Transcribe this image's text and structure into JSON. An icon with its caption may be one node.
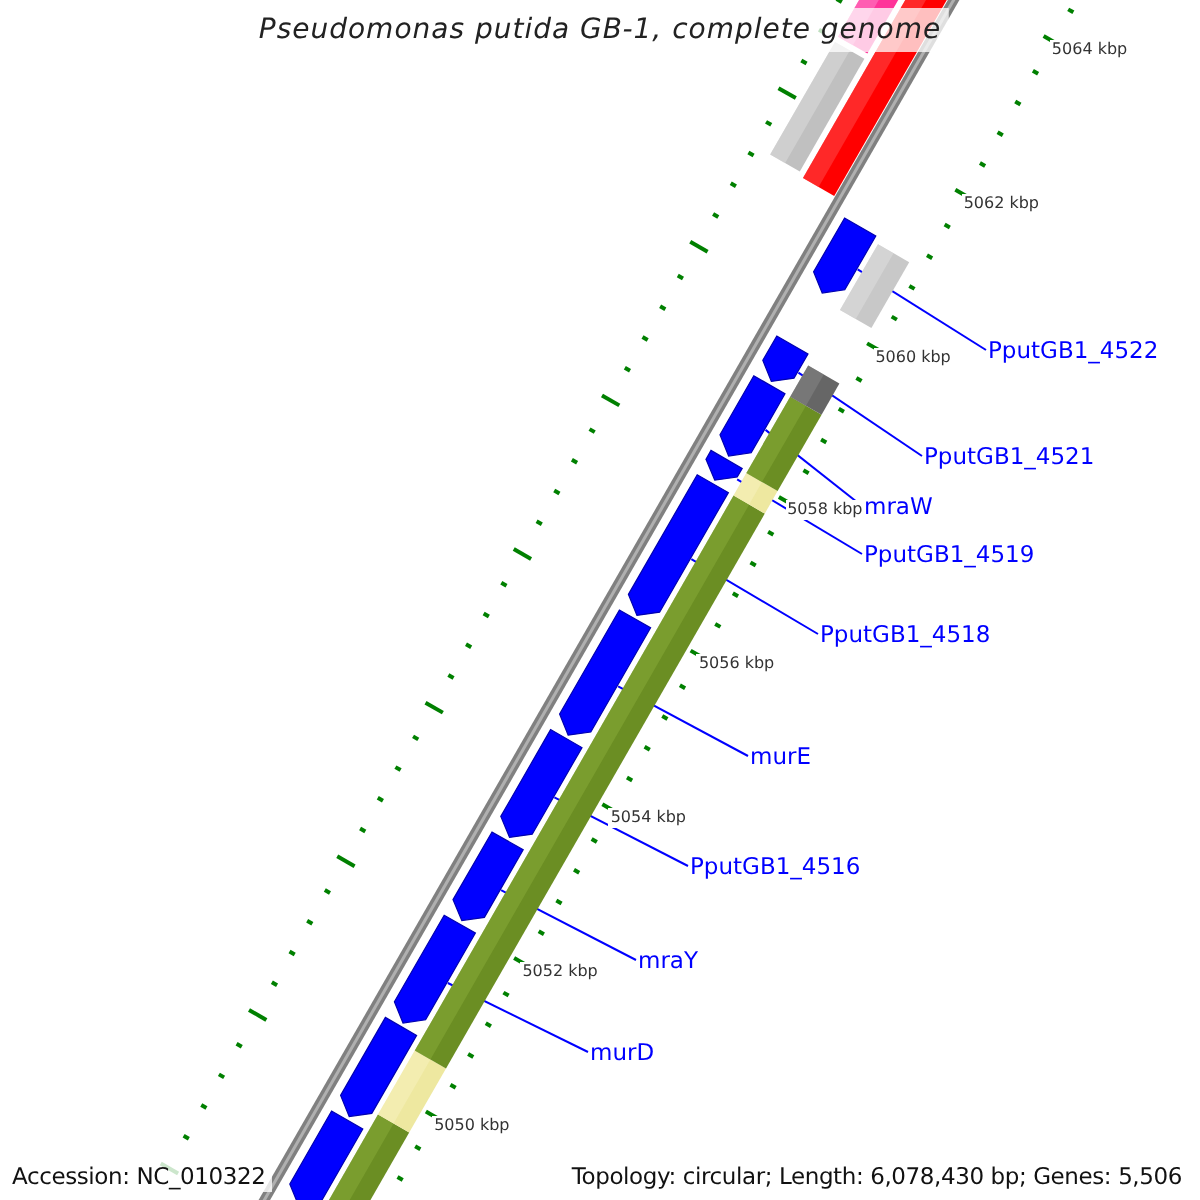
{
  "diagram": {
    "title": "Pseudomonas putida GB-1, complete genome",
    "nodes": [
      {
        "text": [
          "PputGB1_4522"
        ]
      },
      {
        "text": [
          "PputGB1_4521"
        ]
      },
      {
        "text": [
          "mraW"
        ]
      },
      {
        "text": [
          "PputGB1_4519"
        ]
      },
      {
        "text": [
          "PputGB1_4518"
        ]
      },
      {
        "text": [
          "murE"
        ]
      },
      {
        "text": [
          "PputGB1_4516"
        ]
      },
      {
        "text": [
          "mraY"
        ]
      },
      {
        "text": [
          "murD"
        ]
      },
      {
        "text": [],
        "shape": "bar"
      },
      {
        "text": [],
        "shape": "bar"
      },
      {
        "text": [],
        "shape": "bar"
      },
      {
        "text": [],
        "shape": "bar"
      },
      {
        "text": [],
        "shape": "bar"
      },
      {
        "text": [],
        "shape": "bar"
      },
      {
        "text": [],
        "shape": "bar"
      },
      {
        "text": [],
        "shape": "bar"
      },
      {
        "text": [],
        "shape": "bar"
      },
      {
        "text": [],
        "shape": "bar"
      },
      {
        "text": [],
        "shape": "bar"
      }
    ],
    "edges": [
      {
        "from": 0,
        "to": 9,
        "arrow": "none"
      },
      {
        "from": 1,
        "to": 10,
        "arrow": "none"
      },
      {
        "from": 2,
        "to": 11,
        "arrow": "none"
      },
      {
        "from": 3,
        "to": 12,
        "arrow": "none"
      },
      {
        "from": 4,
        "to": 13,
        "arrow": "none"
      },
      {
        "from": 5,
        "to": 14,
        "arrow": "none"
      },
      {
        "from": 6,
        "to": 15,
        "arrow": "none"
      },
      {
        "from": 7,
        "to": 16,
        "arrow": "none"
      },
      {
        "from": 8,
        "to": 17,
        "arrow": "none"
      }
    ],
    "labels": [
      "5064 kbp",
      "5062 kbp",
      "5060 kbp",
      "5058 kbp",
      "5056 kbp",
      "5054 kbp",
      "5052 kbp",
      "5050 kbp",
      "Accession: NC_010322",
      "Topology: circular; Length: 6,078,430 bp; Genes: 5,506"
    ]
  }
}
